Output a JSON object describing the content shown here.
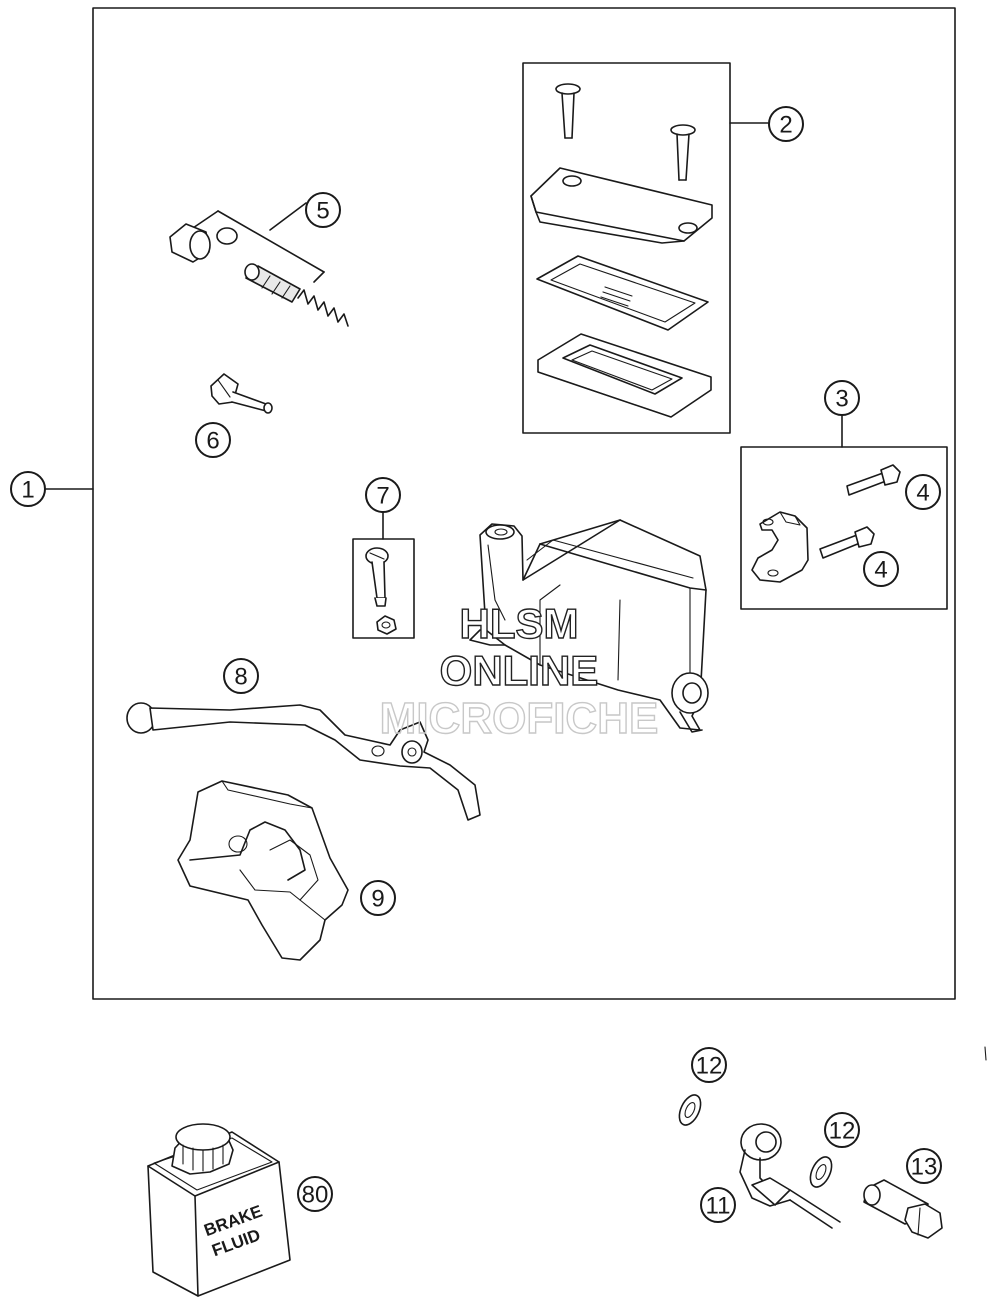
{
  "callouts": {
    "c1": "1",
    "c2": "2",
    "c3": "3",
    "c4a": "4",
    "c4b": "4",
    "c5": "5",
    "c6": "6",
    "c7": "7",
    "c8": "8",
    "c9": "9",
    "c11": "11",
    "c12a": "12",
    "c12b": "12",
    "c13": "13",
    "c80": "80"
  },
  "watermark": {
    "line1": "HLSM",
    "line2": "ONLINE",
    "line3": "MICROFICHE"
  },
  "can_label": {
    "line1": "BRAKE",
    "line2": "FLUID"
  },
  "colors": {
    "line": "#1a1a1a",
    "background": "#ffffff"
  }
}
